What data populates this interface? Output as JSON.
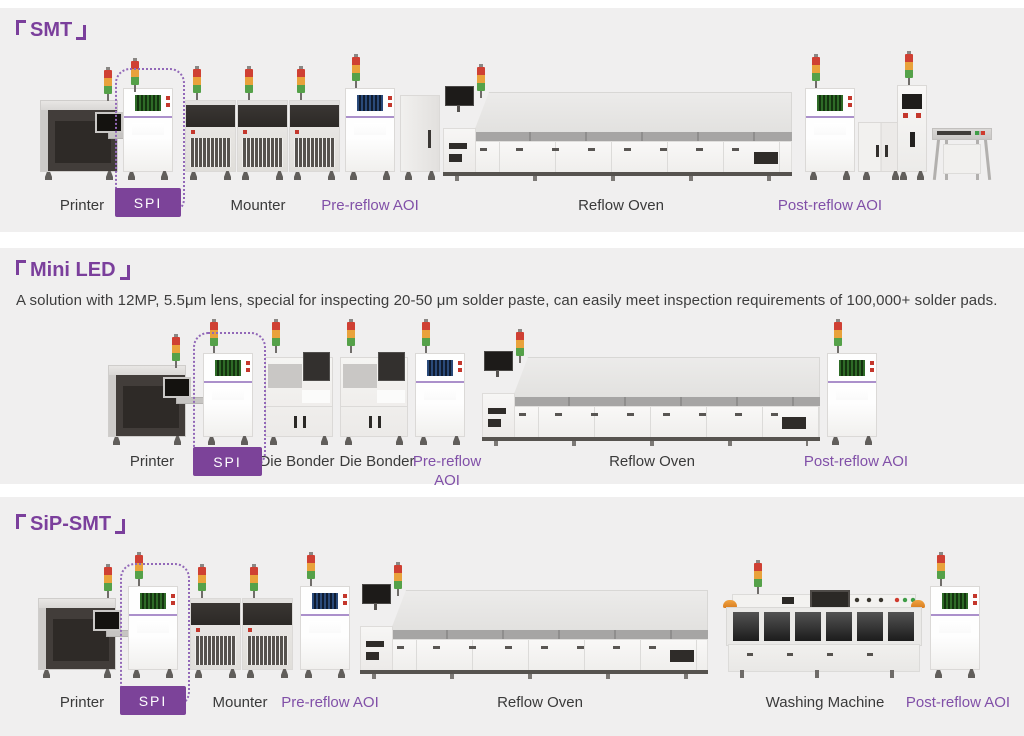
{
  "colors": {
    "page_bg": "#ffffff",
    "panel_bg": "#f0efef",
    "title_purple": "#7b3f9c",
    "label_purple": "#8150a8",
    "label_dark": "#3a3a3a",
    "badge_bg": "#7c4399",
    "badge_text": "#ffffff",
    "tower_red": "#cf4033",
    "tower_yellow": "#e9a23b",
    "tower_green": "#55a149"
  },
  "panels": [
    {
      "id": "smt",
      "title": "SMT",
      "labels": {
        "printer": "Printer",
        "spi": "SPI",
        "mounter": "Mounter",
        "pre_reflow_aoi": "Pre-reflow AOI",
        "reflow_oven": "Reflow Oven",
        "post_reflow_aoi": "Post-reflow AOI"
      }
    },
    {
      "id": "mini-led",
      "title": "Mini LED",
      "description": "A solution with 12MP, 5.5μm lens, special for inspecting 20-50 μm solder paste, can easily meet inspection requirements of 100,000+ solder pads.",
      "labels": {
        "printer": "Printer",
        "spi": "SPI",
        "die_bonder_1": "Die Bonder",
        "die_bonder_2": "Die Bonder",
        "pre_reflow_aoi_line1": "Pre-reflow",
        "pre_reflow_aoi_line2": "AOI",
        "reflow_oven": "Reflow Oven",
        "post_reflow_aoi": "Post-reflow AOI"
      }
    },
    {
      "id": "sip-smt",
      "title": "SiP-SMT",
      "labels": {
        "printer": "Printer",
        "spi": "SPI",
        "mounter": "Mounter",
        "pre_reflow_aoi": "Pre-reflow AOI",
        "reflow_oven": "Reflow Oven",
        "washing_machine": "Washing Machine",
        "post_reflow_aoi": "Post-reflow AOI"
      }
    }
  ]
}
